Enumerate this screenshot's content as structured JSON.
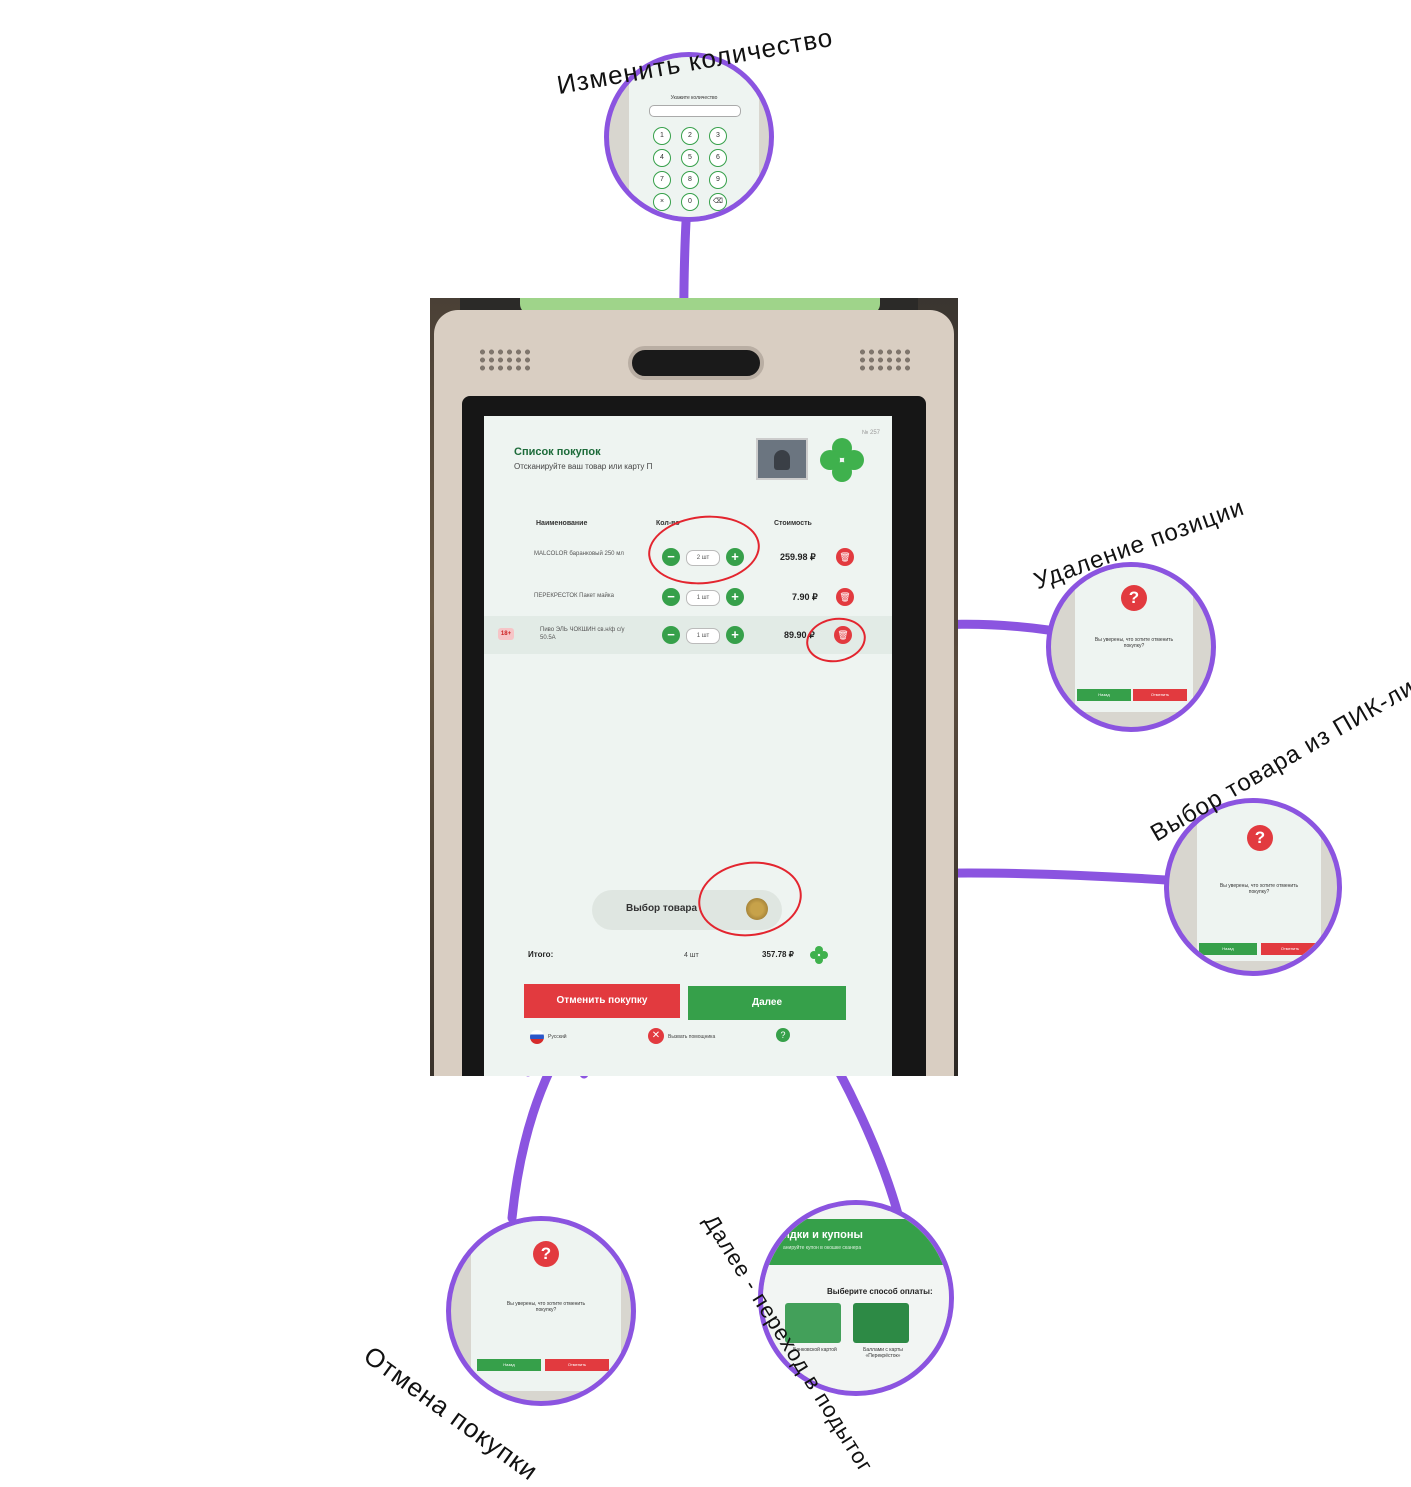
{
  "kiosk": {
    "screen": {
      "title": "Список покупок",
      "subtitle": "Отсканируйте ваш товар или карту П",
      "screen_number": "№ 257",
      "columns": {
        "name": "Наименование",
        "qty": "Кол-во",
        "price": "Стоимость"
      },
      "items": [
        {
          "name": "MALCOLOR баранковый 250 мл",
          "qty": "2 шт",
          "price": "259.98 ₽",
          "age_badge": ""
        },
        {
          "name": "ПЕРЕКРЕСТОК Пакет майка",
          "qty": "1 шт",
          "price": "7.90 ₽",
          "age_badge": ""
        },
        {
          "name": "Пиво ЭЛЬ ЧОКШИН св.н/ф с/у 50.5А",
          "qty": "1 шт",
          "price": "89.90 ₽",
          "age_badge": "18+"
        }
      ],
      "pick_button": "Выбор товара",
      "total_label": "Итого:",
      "total_qty": "4 шт",
      "total_price": "357.78 ₽",
      "cancel_button": "Отменить покупку",
      "next_button": "Далее",
      "footer": {
        "lang": "Русский",
        "help": "Вызвать помощника",
        "info": "?"
      }
    }
  },
  "callouts": {
    "quantity": {
      "label": "Изменить количество",
      "mini_text": "Укажите количество",
      "keys": [
        "1",
        "2",
        "3",
        "4",
        "5",
        "6",
        "7",
        "8",
        "9",
        "×",
        "0",
        "⌫"
      ]
    },
    "delete": {
      "label": "Удаление позиции",
      "question": "Вы уверены, что хотите отменить покупку?",
      "back": "Назад",
      "confirm": "Отменить"
    },
    "pick": {
      "label": "Выбор товара из ПИК-листа",
      "question": "Вы уверены, что хотите отменить покупку?",
      "back": "Назад",
      "confirm": "Отменить"
    },
    "cancel": {
      "label": "Отмена покупки",
      "question": "Вы уверены, что хотите отменить покупку?",
      "back": "Назад",
      "confirm": "Отменить"
    },
    "next": {
      "label": "Далее - переход в подытог",
      "header": "идки и купоны",
      "header_sub": "анируйте купон в окошке сканера",
      "payment_title": "Выберите способ оплаты:",
      "card_label": "Банковской картой",
      "loyalty_label": "Баллами с карты «Перекрёсток»"
    }
  },
  "colors": {
    "accent": "#8b54e0",
    "green": "#36a04a",
    "red": "#e23a3f",
    "annotation": "#e3252f"
  }
}
